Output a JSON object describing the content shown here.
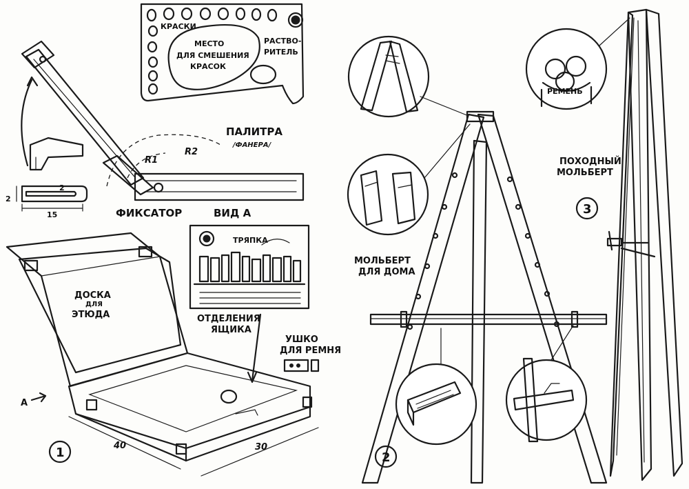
{
  "labels": {
    "paints": "КРАСКИ",
    "mixing_1": "МЕСТО",
    "mixing_2": "ДЛЯ СМЕШЕНИЯ",
    "mixing_3": "КРАСОК",
    "solvent_1": "РАСТВО-",
    "solvent_2": "РИТЕЛЬ",
    "palette": "ПАЛИТРА",
    "plywood": "/ФАНЕРА/",
    "r1": "R1",
    "r2": "R2",
    "latch": "ФИКСАТОР",
    "view_a": "ВИД  А",
    "dim_2a": "2",
    "dim_2b": "2",
    "dim_15": "15",
    "rag": "ТРЯПКА",
    "board_1": "ДОСКА",
    "board_2": "ДЛЯ",
    "board_3": "ЭТЮДА",
    "compartments_1": "ОТДЕЛЕНИЯ",
    "compartments_2": "ЯЩИКА",
    "strap_loop_1": "УШКО",
    "strap_loop_2": "ДЛЯ РЕМНЯ",
    "arrow_a": "А",
    "dim_40": "40",
    "dim_30": "30",
    "num_1": "1",
    "home_easel_1": "МОЛЬБЕРТ",
    "home_easel_2": "ДЛЯ ДОМА",
    "num_2": "2",
    "strap": "РЕМЕНЬ",
    "field_easel_1": "ПОХОДНЫЙ",
    "field_easel_2": "МОЛЬБЕРТ",
    "num_3": "3"
  }
}
